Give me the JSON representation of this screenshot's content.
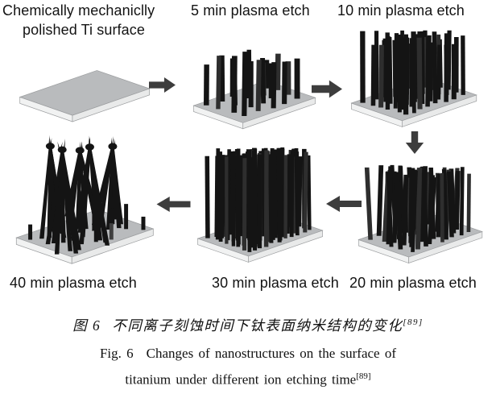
{
  "colors": {
    "pillar": "#141414",
    "pillar_light": "#2e2e2e",
    "stub": "#3f3f3f",
    "plate_top": "#b9bbbd",
    "plate_side": "#e9eaea",
    "plate_front": "#f1f2f2",
    "arrow": "#3d3d3d",
    "text": "#131313"
  },
  "stages": {
    "polished": {
      "label_line1": "Chemically mechaniclly",
      "label_line2": "polished Ti surface"
    },
    "etch5": {
      "label": "5 min plasma etch"
    },
    "etch10": {
      "label": "10 min plasma etch"
    },
    "etch20": {
      "label": "20 min plasma etch"
    },
    "etch30": {
      "label": "30 min plasma etch"
    },
    "etch40": {
      "label": "40 min plasma etch"
    }
  },
  "caption": {
    "zh_prefix": "图 6",
    "zh_text": "不同离子刻蚀时间下钛表面纳米结构的变化",
    "zh_ref": "[89]",
    "en_prefix": "Fig. 6",
    "en_line1": "Changes of nanostructures on the surface of",
    "en_line2": "titanium under different ion etching time",
    "en_ref": "[89]"
  }
}
